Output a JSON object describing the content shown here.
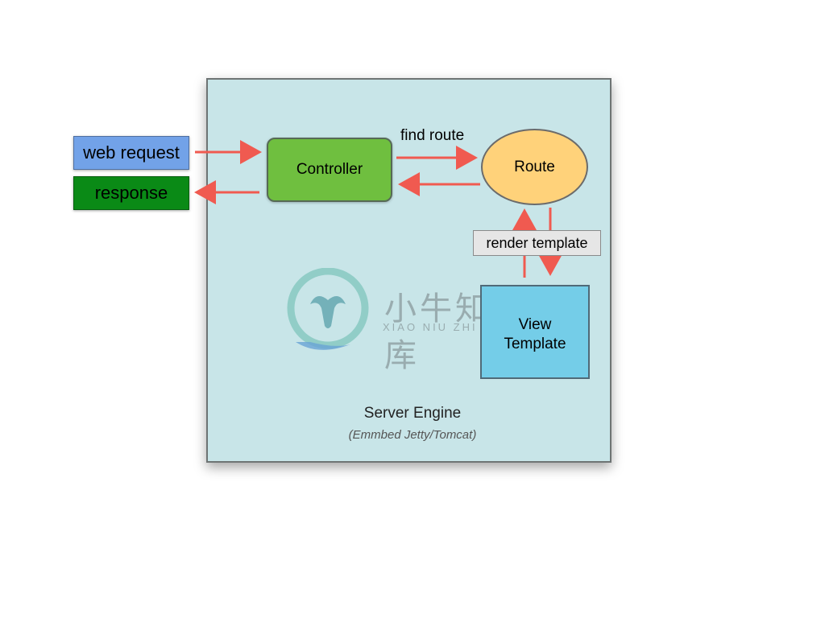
{
  "diagram": {
    "web_request": "web request",
    "response": "response",
    "controller": "Controller",
    "route": "Route",
    "find_route": "find route",
    "render_template": "render template",
    "view_template_line1": "View",
    "view_template_line2": "Template",
    "engine_title": "Server Engine",
    "engine_subtitle": "(Emmbed Jetty/Tomcat)"
  },
  "watermark": {
    "chinese": "小牛知识库",
    "latin": "XIAO NIU ZHI SHI KU"
  },
  "colors": {
    "engine_bg": "#c8e5e8",
    "web_request": "#72a2e8",
    "response": "#0a8a16",
    "controller": "#6fbf3f",
    "route": "#ffd27a",
    "view_template": "#74cde8",
    "arrow": "#f05a50"
  }
}
